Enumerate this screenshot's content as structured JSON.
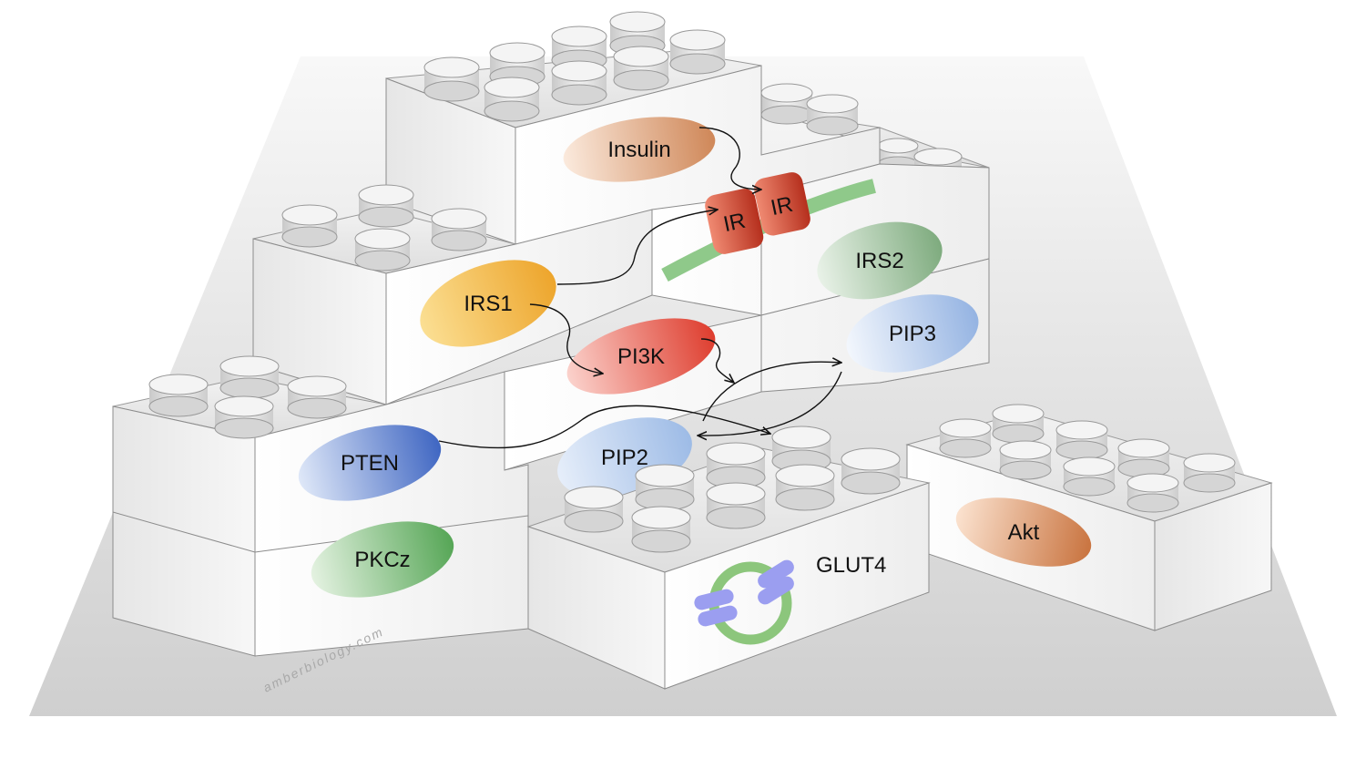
{
  "nodes": {
    "insulin": "Insulin",
    "ir_left": "IR",
    "ir_right": "IR",
    "irs1": "IRS1",
    "irs2": "IRS2",
    "pi3k": "PI3K",
    "pip3": "PIP3",
    "pip2": "PIP2",
    "pten": "PTEN",
    "pkcz": "PKCz",
    "glut4": "GLUT4",
    "akt": "Akt"
  },
  "watermark": "amberbiology.com",
  "colors": {
    "insulin": "#d9986c",
    "ir": "#c53a26",
    "irs1": "#f0b740",
    "irs2": "#8fb98f",
    "pi3k": "#e4574a",
    "pip3": "#a9c2e6",
    "pip2": "#a9c2e6",
    "pten": "#4f74c8",
    "pkcz": "#6ab36a",
    "akt": "#d08552",
    "membrane": "#8fc98a",
    "glut4_ring": "#8cc67c",
    "glut4_rods": "#9b9ef0"
  },
  "edges": [
    {
      "from": "Insulin",
      "to": "IR"
    },
    {
      "from": "IRS1",
      "to": "IR"
    },
    {
      "from": "IRS1",
      "to": "PI3K"
    },
    {
      "from": "PI3K",
      "to": "PIP2"
    },
    {
      "from": "PIP2",
      "to": "PIP3"
    },
    {
      "from": "PIP3",
      "to": "PIP2"
    },
    {
      "from": "PTEN",
      "to": "PIP2"
    }
  ]
}
